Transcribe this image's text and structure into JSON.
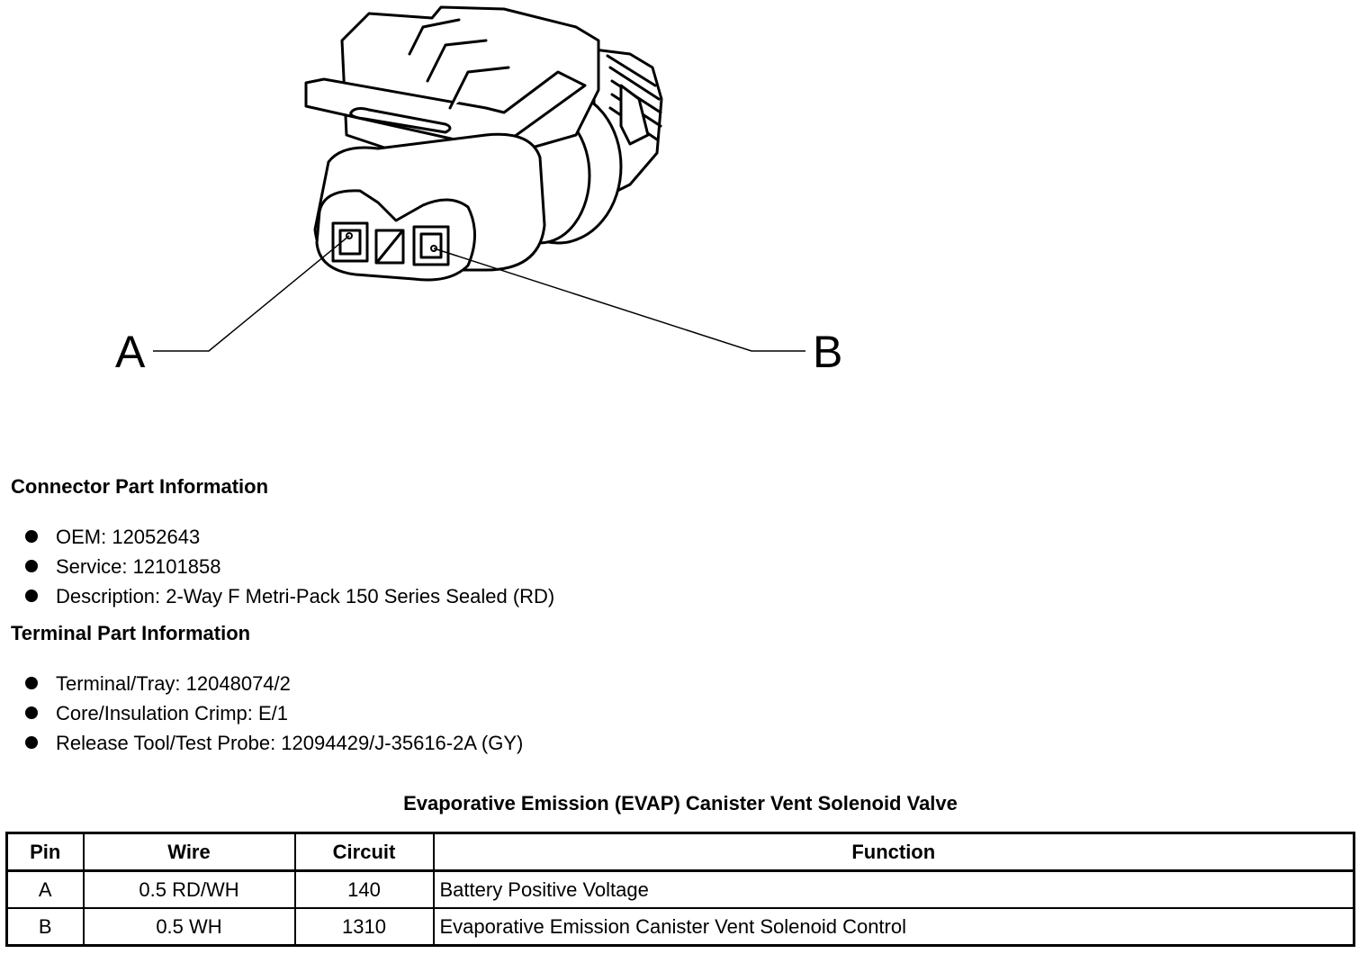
{
  "diagram": {
    "pin_labels": [
      "A",
      "B"
    ]
  },
  "connector_info": {
    "heading": "Connector Part Information",
    "items": [
      "OEM: 12052643",
      "Service: 12101858",
      "Description: 2-Way F Metri-Pack 150 Series Sealed (RD)"
    ]
  },
  "terminal_info": {
    "heading": "Terminal Part Information",
    "items": [
      "Terminal/Tray: 12048074/2",
      "Core/Insulation Crimp: E/1",
      "Release Tool/Test Probe: 12094429/J-35616-2A (GY)"
    ]
  },
  "table": {
    "title": "Evaporative Emission (EVAP) Canister Vent Solenoid Valve",
    "headers": [
      "Pin",
      "Wire",
      "Circuit",
      "Function"
    ],
    "rows": [
      [
        "A",
        "0.5 RD/WH",
        "140",
        "Battery Positive Voltage"
      ],
      [
        "B",
        "0.5 WH",
        "1310",
        "Evaporative Emission Canister Vent Solenoid Control"
      ]
    ]
  }
}
